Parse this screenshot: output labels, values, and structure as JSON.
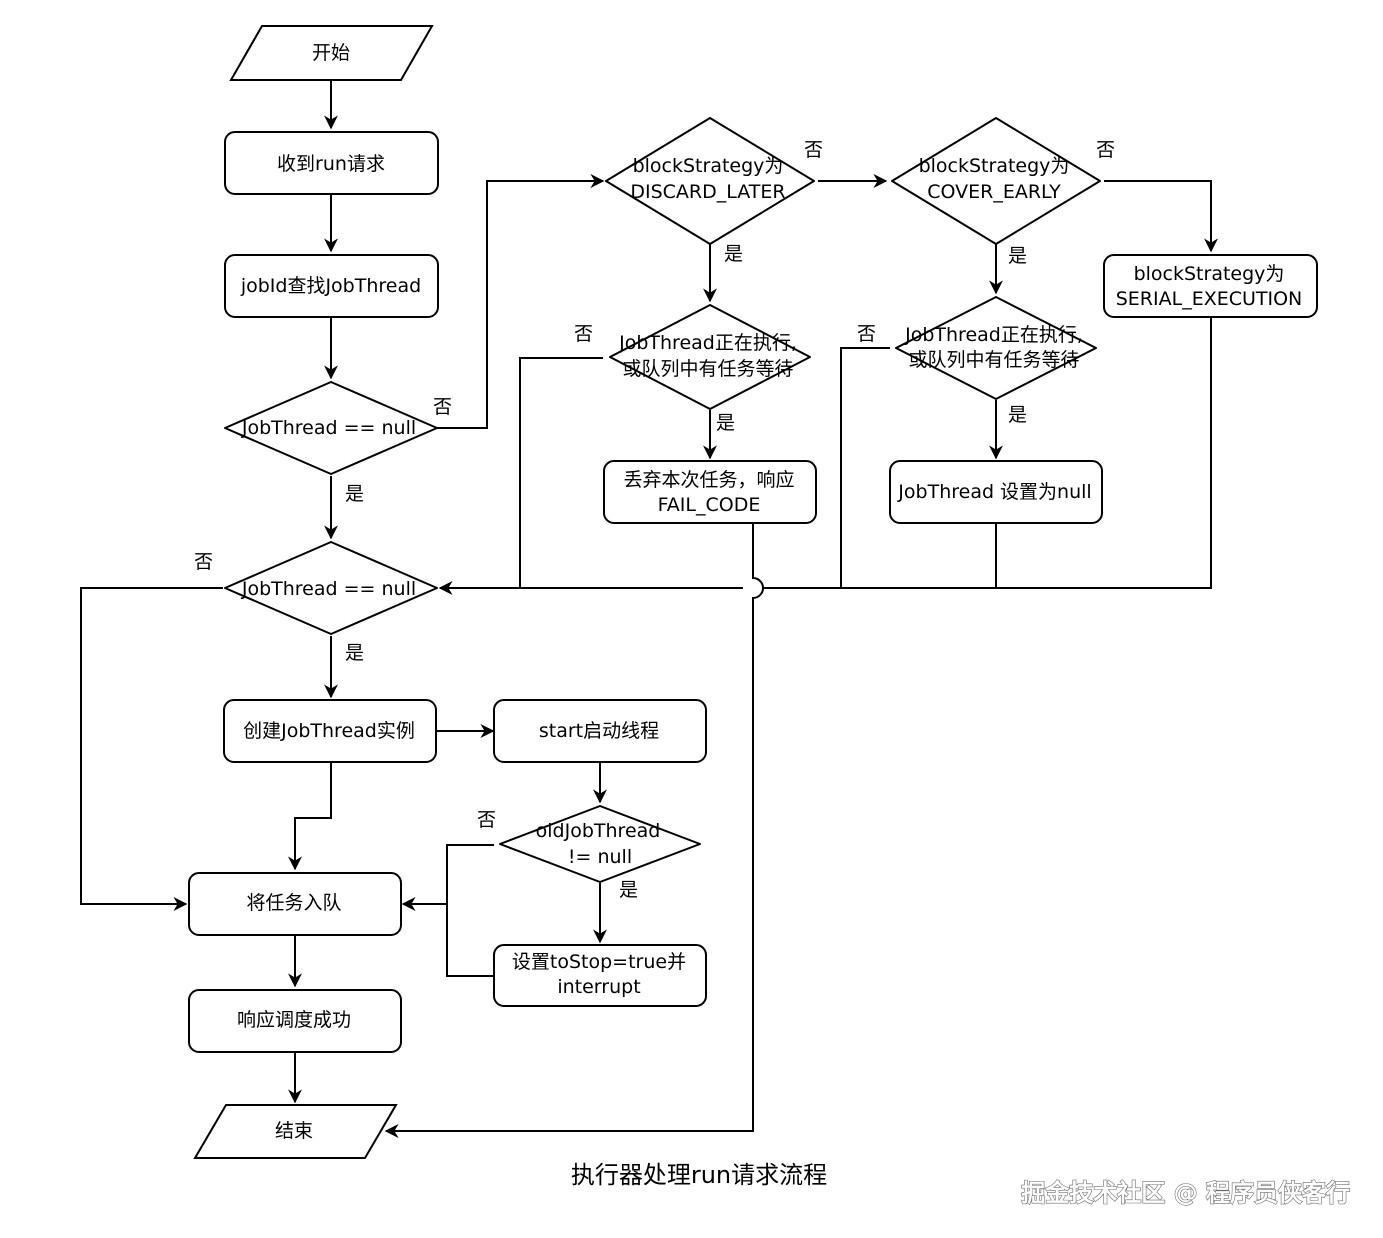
{
  "nodes": {
    "start": "开始",
    "receive": "收到run请求",
    "find": "jobId查找JobThread",
    "check1": "JobThread == null",
    "discard_check": [
      "blockStrategy为",
      "DISCARD_LATER"
    ],
    "cover_check": [
      "blockStrategy为",
      "COVER_EARLY"
    ],
    "serial": [
      "blockStrategy为",
      "SERIAL_EXECUTION"
    ],
    "running1": [
      "JobThread正在执行,",
      "或队列中有任务等待"
    ],
    "running2": [
      "JobThread正在执行,",
      "或队列中有任务等待"
    ],
    "discard_action": [
      "丢弃本次任务，响应",
      "FAIL_CODE"
    ],
    "set_null": "JobThread 设置为null",
    "check2": "JobThread == null",
    "create": "创建JobThread实例",
    "start_thread": "start启动线程",
    "old_check": [
      "oldJobThread",
      "!= null"
    ],
    "set_stop": [
      "设置toStop=true并",
      "interrupt"
    ],
    "enqueue": "将任务入队",
    "respond": "响应调度成功",
    "end": "结束"
  },
  "edge_labels": {
    "yes": "是",
    "no": "否"
  },
  "caption": "执行器处理run请求流程",
  "watermark": "掘金技术社区 @ 程序员侠客行"
}
